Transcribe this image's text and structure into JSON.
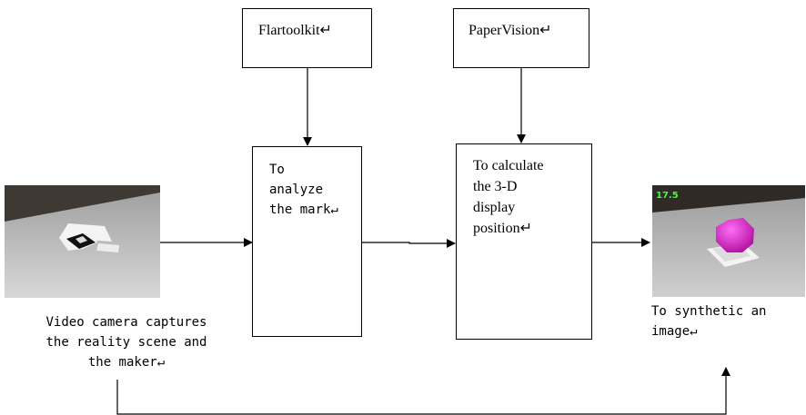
{
  "top_boxes": {
    "flartoolkit": "Flartoolkit↵",
    "papervision": "PaperVision↵"
  },
  "process_boxes": {
    "analyze": "To\nanalyze\nthe mark↵",
    "calculate": "To calculate\nthe 3-D\ndisplay\nposition↵"
  },
  "captions": {
    "camera": "Video camera captures\nthe reality scene and\nthe maker↵",
    "synthetic": "To synthetic an\nimage↵"
  },
  "photo_overlay": {
    "frame_rate": "17.5"
  },
  "colors": {
    "table_surface": "#cfcfcf",
    "wall": "#4a3b2f",
    "model": "#e23ad6",
    "frame_rate_text": "#3cff3c"
  }
}
